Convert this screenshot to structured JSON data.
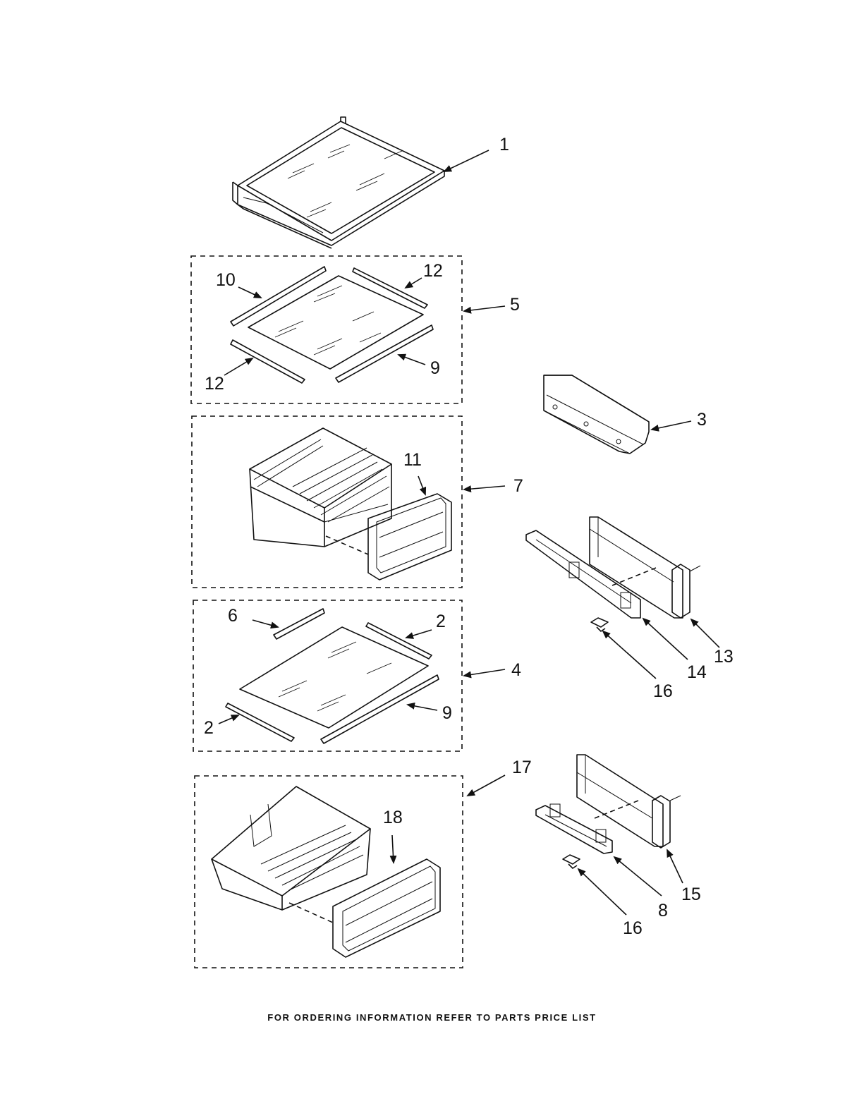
{
  "callouts": {
    "c1": "1",
    "c2a": "2",
    "c2b": "2",
    "c3": "3",
    "c4": "4",
    "c5": "5",
    "c6": "6",
    "c7": "7",
    "c8": "8",
    "c9a": "9",
    "c9b": "9",
    "c10": "10",
    "c11": "11",
    "c12a": "12",
    "c12b": "12",
    "c13": "13",
    "c14": "14",
    "c15": "15",
    "c16a": "16",
    "c16b": "16",
    "c17": "17",
    "c18": "18"
  },
  "footer": {
    "text": "FOR ORDERING INFORMATION REFER TO PARTS PRICE LIST"
  },
  "colors": {
    "ink": "#111111",
    "background": "#ffffff"
  }
}
